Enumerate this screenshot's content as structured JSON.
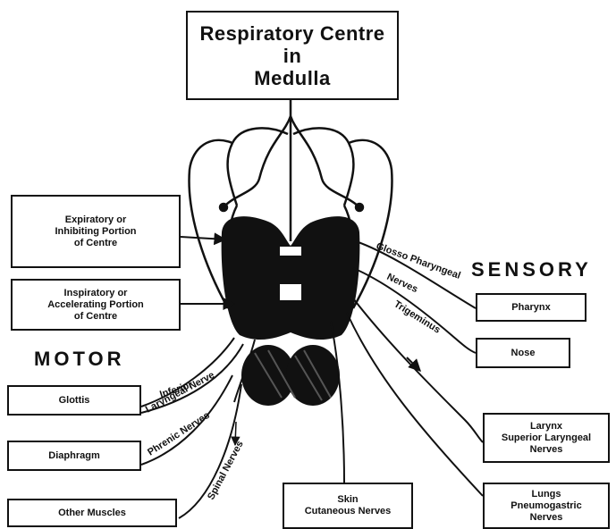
{
  "title": {
    "line1": "Respiratory Centre",
    "line2": "in",
    "line3": "Medulla"
  },
  "left_boxes": {
    "expiratory": {
      "line1": "Expiratory or",
      "line2": "Inhibiting Portion",
      "line3": "of Centre"
    },
    "inspiratory": {
      "line1": "Inspiratory or",
      "line2": "Accelerating Portion",
      "line3": "of Centre"
    }
  },
  "headings": {
    "motor": "MOTOR",
    "sensory": "SENSORY"
  },
  "motor_boxes": {
    "glottis": "Glottis",
    "diaphragm": "Diaphragm",
    "other_muscles": "Other Muscles"
  },
  "sensory_boxes": {
    "pharynx": "Pharynx",
    "nose": "Nose",
    "larynx": {
      "line1": "Larynx",
      "line2": "Superior Laryngeal",
      "line3": "Nerves"
    },
    "lungs": {
      "line1": "Lungs",
      "line2": "Pneumogastric",
      "line3": "Nerves"
    },
    "skin": {
      "line1": "Skin",
      "line2": "Cutaneous Nerves"
    }
  },
  "nerve_labels": {
    "glosso_pharyngeal": "Glosso Pharyngeal",
    "nerves": "Nerves",
    "trigeminus": "Trigeminus",
    "inferior": "Inferior",
    "laryngeal_nerve": "Laryngeal Nerve",
    "phrenic_nerves": "Phrenic Nerves",
    "spinal_nerves": "Spinal Nerves"
  }
}
